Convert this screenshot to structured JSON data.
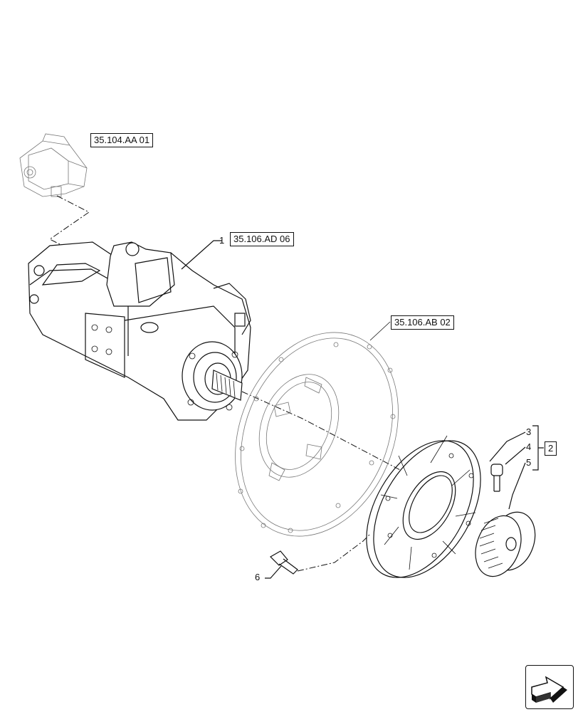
{
  "references": {
    "ref_top": "35.104.AA 01",
    "ref_pump": "35.106.AD 06",
    "ref_flywheel": "35.106.AB 02",
    "ref_group": "2"
  },
  "callouts": {
    "item_1": "1",
    "item_3": "3",
    "item_4": "4",
    "item_5": "5",
    "item_6": "6"
  },
  "navigation": {
    "icon": "next-page-arrow-icon"
  }
}
